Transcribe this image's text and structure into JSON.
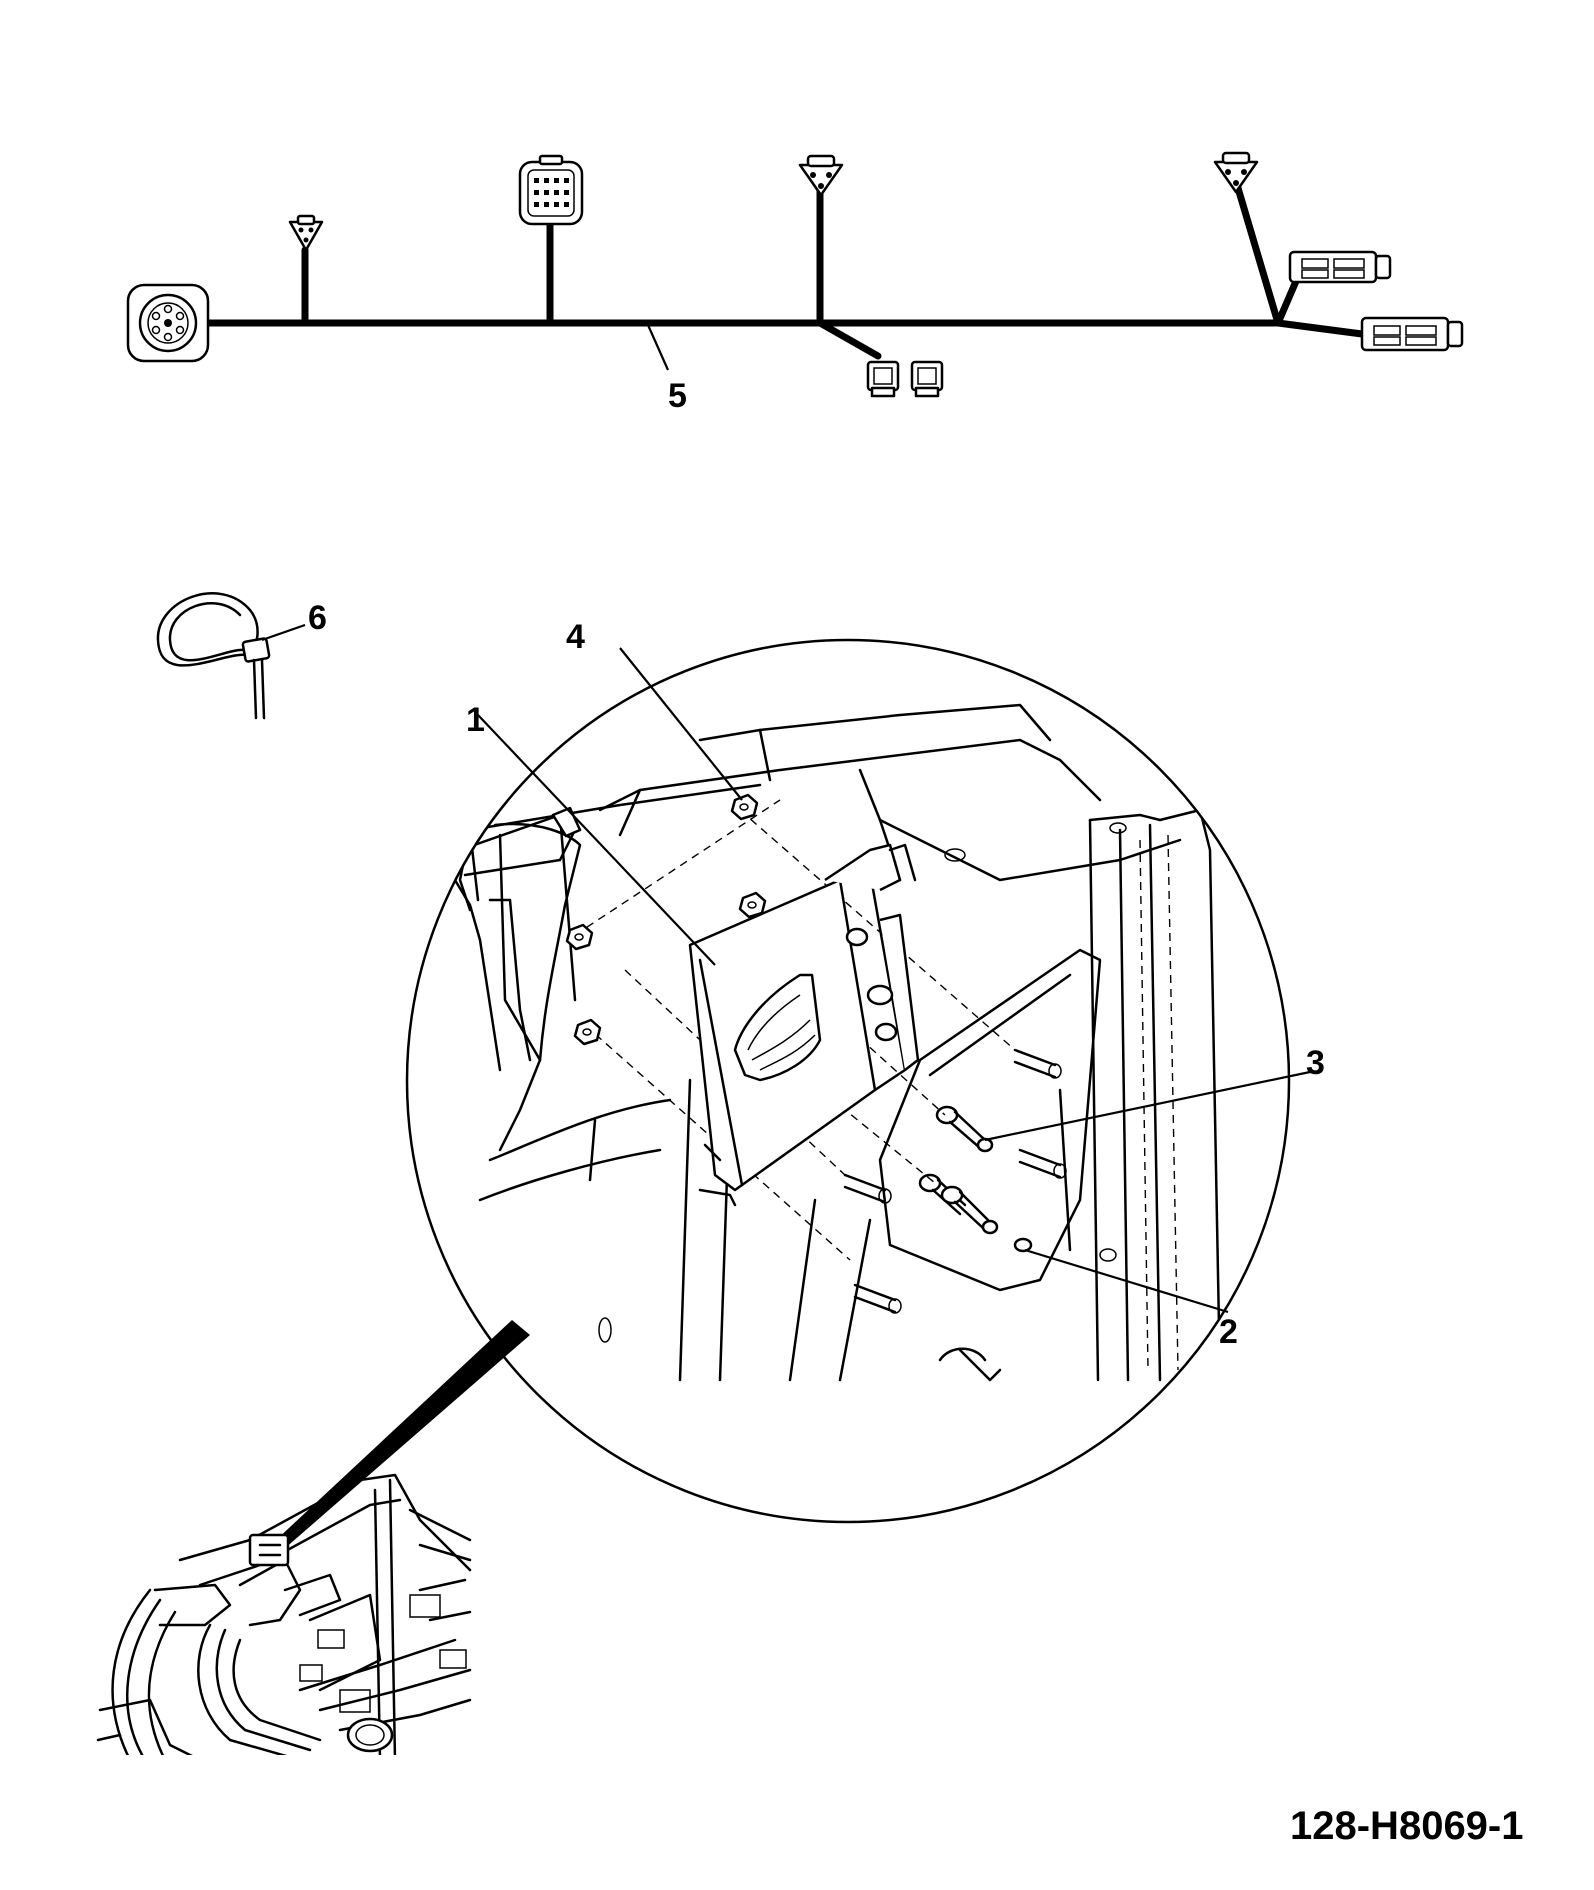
{
  "figure": {
    "id": "128-H8069-1"
  },
  "callouts": [
    {
      "number": "1"
    },
    {
      "number": "2"
    },
    {
      "number": "3"
    },
    {
      "number": "4"
    },
    {
      "number": "5"
    },
    {
      "number": "6"
    }
  ],
  "colors": {
    "line": "#000000",
    "background": "#ffffff"
  }
}
